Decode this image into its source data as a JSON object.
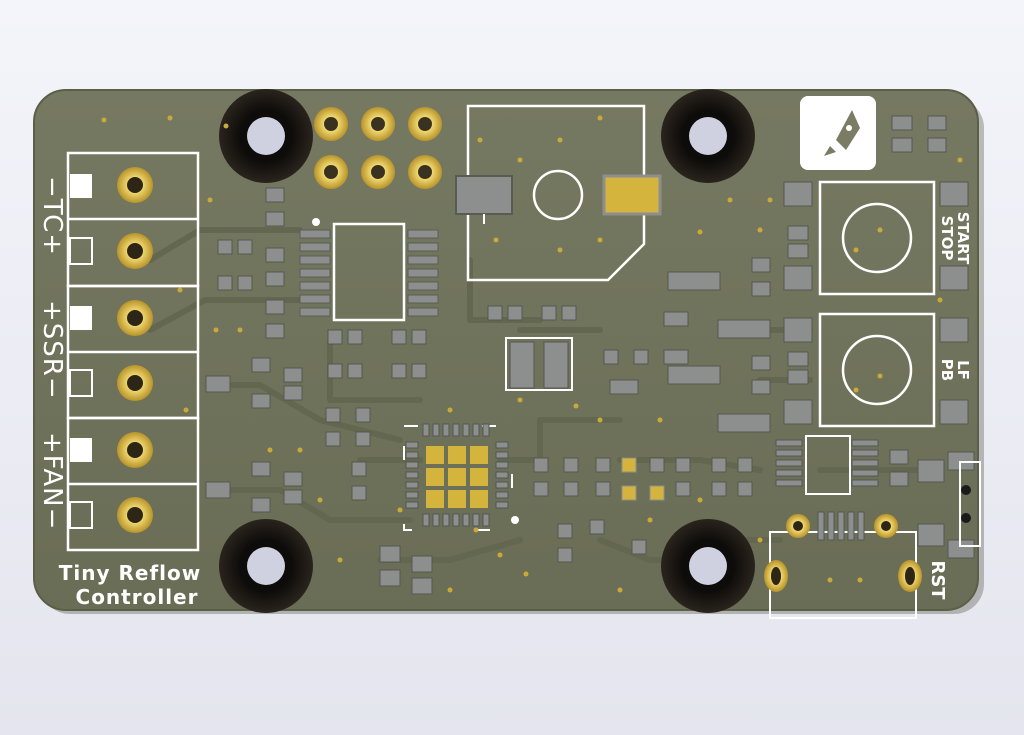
{
  "board": {
    "title_line1": "Tiny Reflow",
    "title_line2": "Controller",
    "connectors": {
      "tc": "−TC+",
      "ssr": "+SSR−",
      "fan": "+FAN−"
    },
    "buttons": {
      "start_line1": "START",
      "start_line2": "STOP",
      "lf_line1": "LF",
      "lf_line2": "PB"
    },
    "reset_label": "RST",
    "logo_icon": "rocket-icon"
  },
  "colors": {
    "background": "#eef0f6",
    "substrate": "#7a7c63",
    "solder_mask": "#6b6e55",
    "copper_trace": "#5d6048",
    "gold_pad": "#d4b43c",
    "silkscreen": "#ffffff",
    "hole_ring": "#1e1a16",
    "component_body": "#8d8f8f"
  }
}
